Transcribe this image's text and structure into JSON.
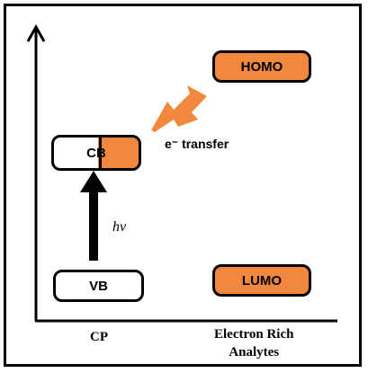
{
  "levels": {
    "homo": "HOMO",
    "cb": "CB",
    "vb": "VB",
    "lumo": "LUMO"
  },
  "annotations": {
    "electron_transfer": "e⁻ transfer",
    "photon": "hv"
  },
  "axis_labels": {
    "cp": "CP",
    "analytes_line1": "Electron Rich",
    "analytes_line2": "Analytes"
  },
  "colors": {
    "accent": "#f0883e",
    "outline": "#000000",
    "background": "#ffffff"
  },
  "icons": [
    "lightning-bolt-icon",
    "excitation-arrow-icon",
    "y-axis-arrow-icon"
  ]
}
